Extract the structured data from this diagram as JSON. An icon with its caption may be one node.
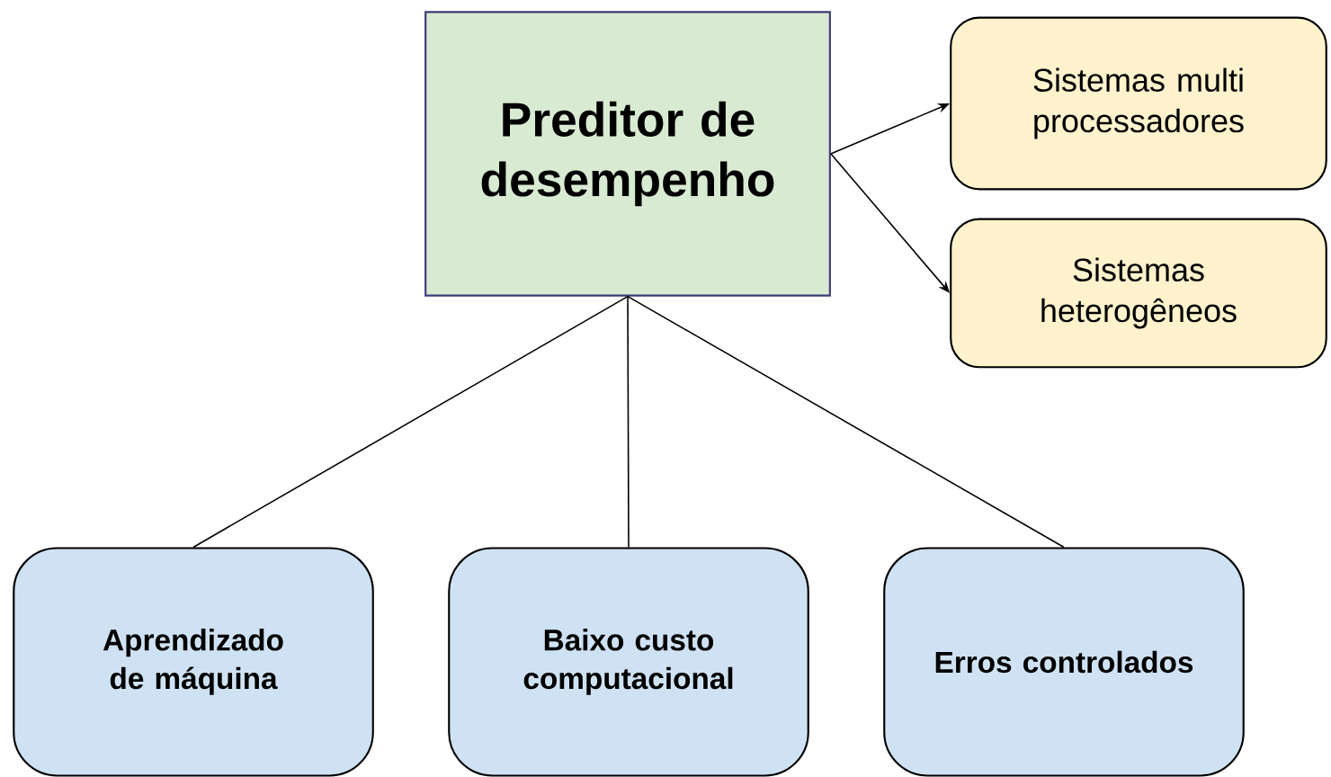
{
  "diagram": {
    "nodes": [
      {
        "text": [
          "Preditor de desempenho"
        ]
      },
      {
        "text": [
          "Sistemas multi processadores"
        ]
      },
      {
        "text": [
          "Sistemas heterogêneos"
        ]
      },
      {
        "text": [
          "Aprendizado de máquina"
        ]
      },
      {
        "text": [
          "Baixo custo computacional"
        ]
      },
      {
        "text": [
          "Erros controlados"
        ]
      }
    ],
    "edges": [
      {
        "from": 0,
        "to": 1,
        "arrow": "to"
      },
      {
        "from": 0,
        "to": 2,
        "arrow": "to"
      },
      {
        "from": 0,
        "to": 3,
        "arrow": "none"
      },
      {
        "from": 0,
        "to": 4,
        "arrow": "none"
      },
      {
        "from": 0,
        "to": 5,
        "arrow": "none"
      }
    ]
  }
}
